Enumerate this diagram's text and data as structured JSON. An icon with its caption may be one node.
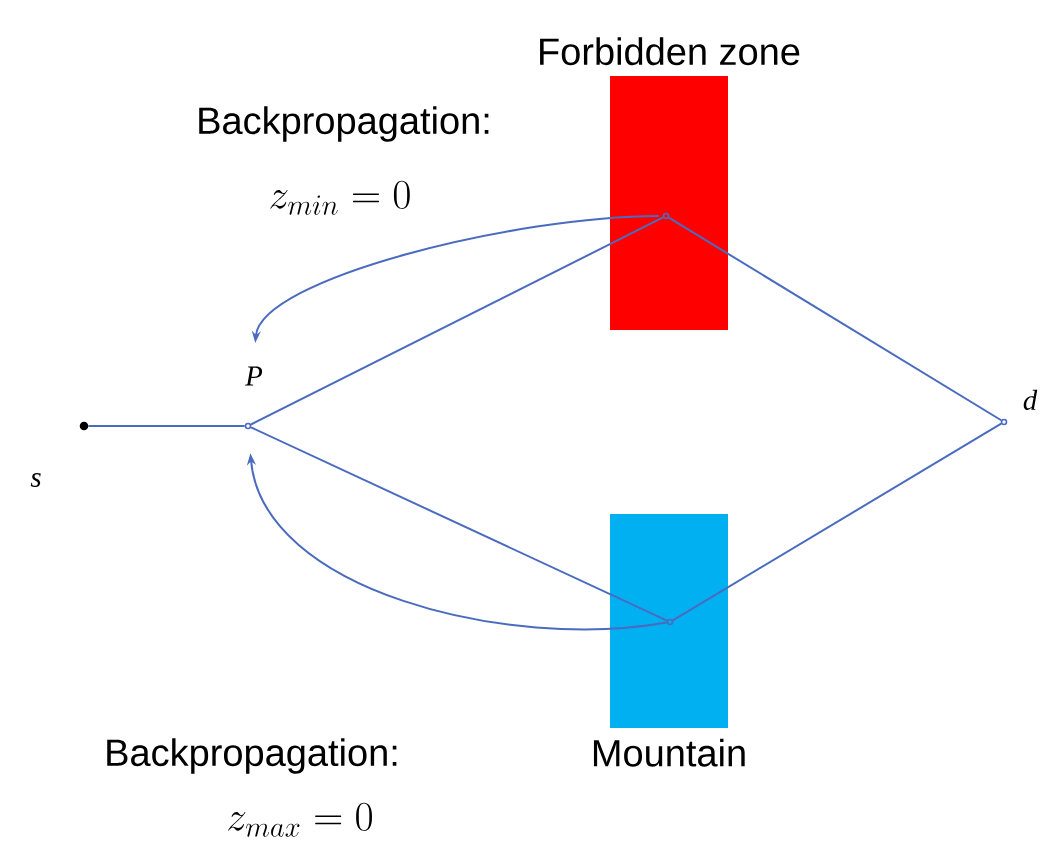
{
  "diagram": {
    "nodes": [
      {
        "text": [],
        "shape": "circle",
        "beside": [
          "s"
        ]
      },
      {
        "text": [],
        "shape": "circle",
        "beside": [
          "P"
        ]
      },
      {
        "text": [
          "Forbidden zone"
        ]
      },
      {
        "text": [],
        "shape": "circle",
        "in": 2
      },
      {
        "text": [],
        "shape": "circle",
        "beside": [
          "d"
        ]
      },
      {
        "text": [
          "Mountain"
        ]
      },
      {
        "text": [],
        "shape": "circle",
        "in": 5
      }
    ],
    "edges": [
      {
        "from": 0,
        "to": 1,
        "arrow": "none"
      },
      {
        "from": 1,
        "to": 3,
        "arrow": "none"
      },
      {
        "from": 3,
        "to": 4,
        "arrow": "none"
      },
      {
        "from": 1,
        "to": 6,
        "arrow": "none"
      },
      {
        "from": 6,
        "to": 4,
        "arrow": "none"
      },
      {
        "from": 3,
        "to": 1,
        "arrow": "to"
      },
      {
        "from": 6,
        "to": 1,
        "arrow": "to"
      }
    ],
    "labels": [
      "Backpropagation:",
      "z_{min} = 0",
      "Backpropagation:",
      "z_{max} = 0"
    ]
  }
}
